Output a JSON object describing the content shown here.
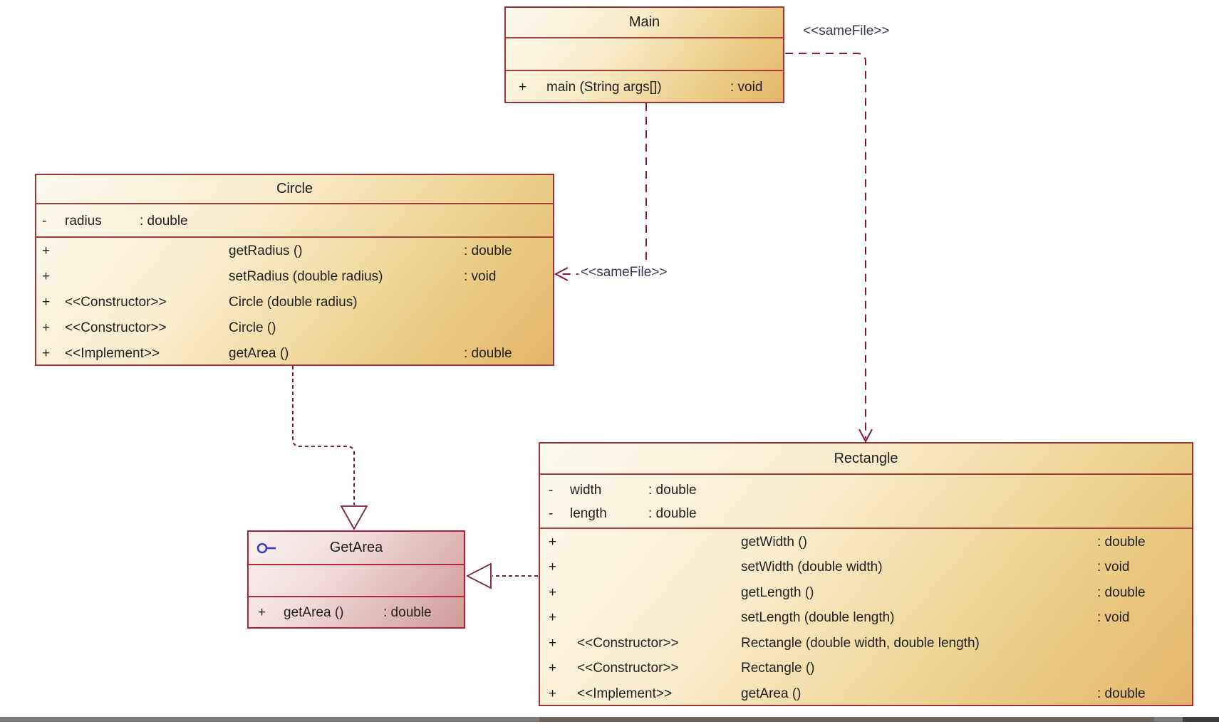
{
  "labels": {
    "same_file_top": "&lt;&lt;sameFile&gt;&gt;",
    "same_file_top_text": "<<sameFile>>",
    "same_file_mid_text": "<<sameFile>>"
  },
  "colors": {
    "class_border": "#9c3136",
    "interface_border": "#b01f33",
    "connector": "#7c1a44",
    "lollipop_blue": "#3b3bc4",
    "class_fill_light": "#fdfaef",
    "class_fill_dark": "#e3b469",
    "interface_fill_light": "#f8f1f0",
    "interface_fill_dark": "#cf9b98"
  },
  "classes": [
    {
      "id": "main",
      "name": "Main",
      "attributes": [],
      "methods": [
        {
          "visibility": "+",
          "stereotype": "",
          "signature": "main (String args[])",
          "returns": ": void"
        }
      ]
    },
    {
      "id": "circle",
      "name": "Circle",
      "attributes": [
        {
          "visibility": "-",
          "name": "radius",
          "type": ": double"
        }
      ],
      "methods": [
        {
          "visibility": "+",
          "stereotype": "",
          "signature": "getRadius ()",
          "returns": ": double"
        },
        {
          "visibility": "+",
          "stereotype": "",
          "signature": "setRadius (double radius)",
          "returns": ": void"
        },
        {
          "visibility": "+",
          "stereotype": "<<Constructor>>",
          "signature": "Circle (double radius)",
          "returns": ""
        },
        {
          "visibility": "+",
          "stereotype": "<<Constructor>>",
          "signature": "Circle ()",
          "returns": ""
        },
        {
          "visibility": "+",
          "stereotype": "<<Implement>>",
          "signature": "getArea ()",
          "returns": ": double"
        }
      ]
    },
    {
      "id": "rectangle",
      "name": "Rectangle",
      "attributes": [
        {
          "visibility": "-",
          "name": "width",
          "type": ": double"
        },
        {
          "visibility": "-",
          "name": "length",
          "type": ": double"
        }
      ],
      "methods": [
        {
          "visibility": "+",
          "stereotype": "",
          "signature": "getWidth ()",
          "returns": ": double"
        },
        {
          "visibility": "+",
          "stereotype": "",
          "signature": "setWidth (double width)",
          "returns": ": void"
        },
        {
          "visibility": "+",
          "stereotype": "",
          "signature": "getLength ()",
          "returns": ": double"
        },
        {
          "visibility": "+",
          "stereotype": "",
          "signature": "setLength (double length)",
          "returns": ": void"
        },
        {
          "visibility": "+",
          "stereotype": "<<Constructor>>",
          "signature": "Rectangle (double width, double length)",
          "returns": ""
        },
        {
          "visibility": "+",
          "stereotype": "<<Constructor>>",
          "signature": "Rectangle ()",
          "returns": ""
        },
        {
          "visibility": "+",
          "stereotype": "<<Implement>>",
          "signature": "getArea ()",
          "returns": ": double"
        }
      ]
    },
    {
      "id": "getarea",
      "name": "GetArea",
      "interface": true,
      "attributes": [],
      "methods": [
        {
          "visibility": "+",
          "stereotype": "",
          "signature": "getArea ()",
          "returns": ": double"
        }
      ]
    }
  ]
}
